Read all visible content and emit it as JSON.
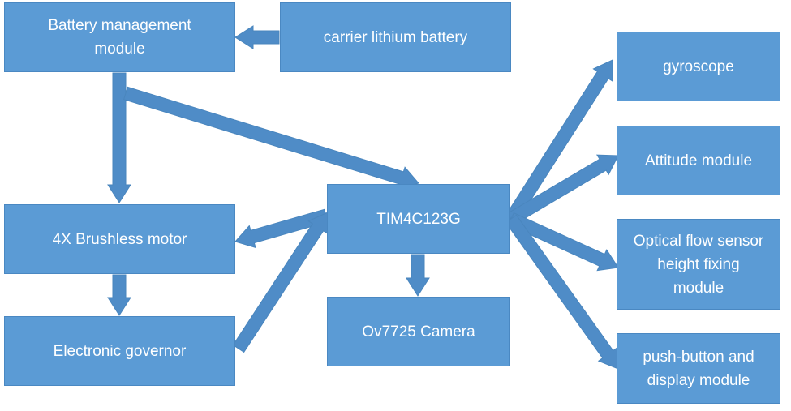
{
  "colors": {
    "box_fill": "#5b9bd5",
    "box_text": "#ffffff",
    "arrow_fill": "#4f8cc7",
    "background": "#ffffff"
  },
  "nodes": {
    "battery_management": "Battery management\nmodule",
    "lithium_battery": "carrier lithium battery",
    "brushless_motor": "4X Brushless motor",
    "electronic_governor": "Electronic governor",
    "mcu": "TIM4C123G",
    "camera": "Ov7725 Camera",
    "gyroscope": "gyroscope",
    "attitude": "Attitude module",
    "optical_flow": "Optical flow sensor\nheight fixing\nmodule",
    "push_button": "push-button and\ndisplay module"
  },
  "edges": [
    {
      "from": "lithium_battery",
      "to": "battery_management"
    },
    {
      "from": "battery_management",
      "to": "brushless_motor"
    },
    {
      "from": "battery_management",
      "to": "mcu"
    },
    {
      "from": "brushless_motor",
      "to": "electronic_governor"
    },
    {
      "from": "mcu",
      "to": "brushless_motor"
    },
    {
      "from": "electronic_governor",
      "to": "mcu"
    },
    {
      "from": "mcu",
      "to": "camera"
    },
    {
      "from": "mcu",
      "to": "gyroscope"
    },
    {
      "from": "mcu",
      "to": "attitude"
    },
    {
      "from": "mcu",
      "to": "optical_flow"
    },
    {
      "from": "mcu",
      "to": "push_button"
    }
  ]
}
